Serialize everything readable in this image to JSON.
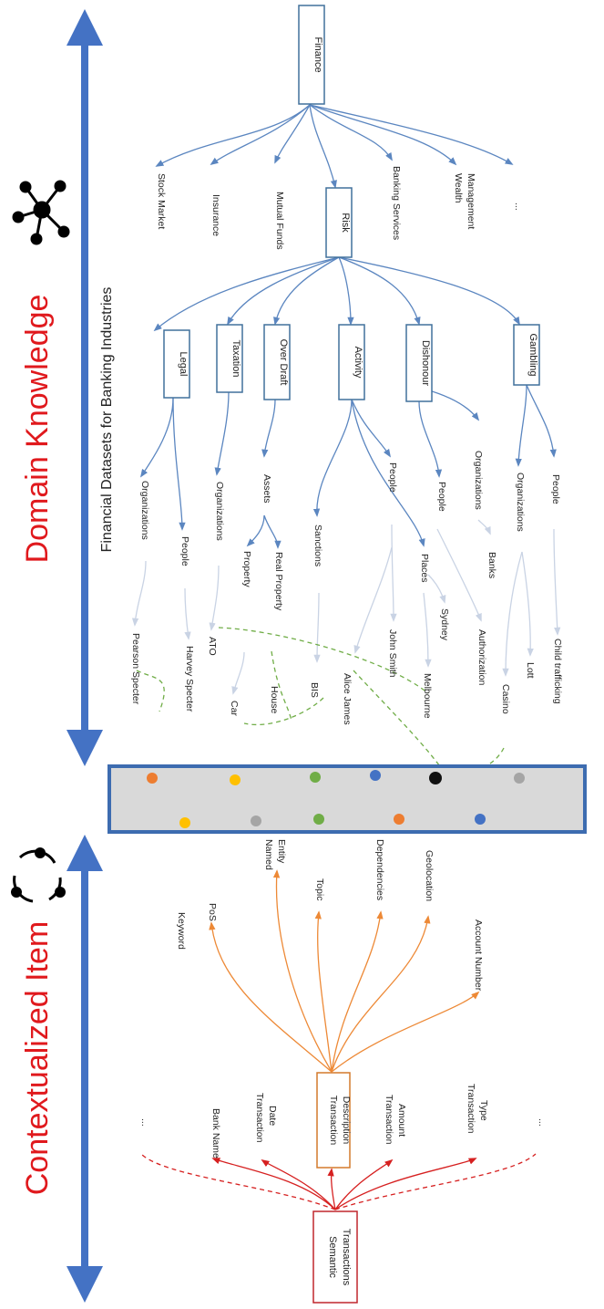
{
  "titles": {
    "domain": "Domain Knowledge",
    "contextual": "Contextualized Item",
    "datasets": "Financial Datasets for Banking Industries"
  },
  "colors": {
    "axis_blue": "#4472c4",
    "title_red": "#e0191d",
    "node_border_blue": "#41719c",
    "edge_blue": "#6e95c4",
    "edge_light": "#c9d3e4",
    "edge_orange": "#ed8936",
    "edge_red": "#d62020",
    "dash_green": "#70ad47",
    "band_fill": "#d9d9d9",
    "band_border": "#3d6cb0",
    "dot_orange": "#ed7d31",
    "dot_yellow": "#ffc000",
    "dot_green": "#70ad47",
    "dot_blue": "#4472c4",
    "dot_black": "#111111",
    "dot_gray": "#a5a5a5"
  },
  "domain_tree": {
    "root": "Finance",
    "level1": [
      "Stock Market",
      "Insurance",
      "Mutual Funds",
      "Risk",
      "Banking Services",
      "Wealth Management",
      "..."
    ],
    "risk": "Risk",
    "level2": [
      "Legal",
      "Taxation",
      "Over Draft",
      "Activity",
      "Dishonour",
      "Gambling"
    ],
    "level3": {
      "organizations": "Organizations",
      "people": "People",
      "assets": "Assets",
      "sanctions": "Sanctions",
      "property": "Property",
      "real_property": "Real Property",
      "places": "Places",
      "banks": "Banks"
    },
    "level4": {
      "pearson_specter": "Pearson Specter",
      "harvey_specter": "Harvey Specter",
      "ato": "ATO",
      "car": "Car",
      "house": "House",
      "bis": "BIS",
      "alice_james": "Alice James",
      "john_smith": "John Smith",
      "melbourne": "Melbourne",
      "sydney": "Sydney",
      "authorization": "Authorization",
      "casino": "Casino",
      "lott": "Lott",
      "child_trafficking": "Child trafficking"
    }
  },
  "context_tree": {
    "root": "Semantic Transactions",
    "root_lines": [
      "Semantic",
      "Transactions"
    ],
    "fields": [
      {
        "lines": [
          "..."
        ]
      },
      {
        "lines": [
          "Bank Name"
        ]
      },
      {
        "lines": [
          "Transaction",
          "Date"
        ]
      },
      {
        "lines": [
          "Transaction",
          "Description"
        ]
      },
      {
        "lines": [
          "Transaction",
          "Amount"
        ]
      },
      {
        "lines": [
          "Transaction",
          "Type"
        ]
      },
      {
        "lines": [
          "..."
        ]
      }
    ],
    "features": [
      {
        "lines": [
          "Keyword"
        ]
      },
      {
        "lines": [
          "PoS"
        ]
      },
      {
        "lines": [
          "Named",
          "Entity"
        ]
      },
      {
        "lines": [
          "Topic"
        ]
      },
      {
        "lines": [
          "Dependencies"
        ]
      },
      {
        "lines": [
          "Geolocation"
        ]
      },
      {
        "lines": [
          "Account Number"
        ]
      }
    ]
  }
}
